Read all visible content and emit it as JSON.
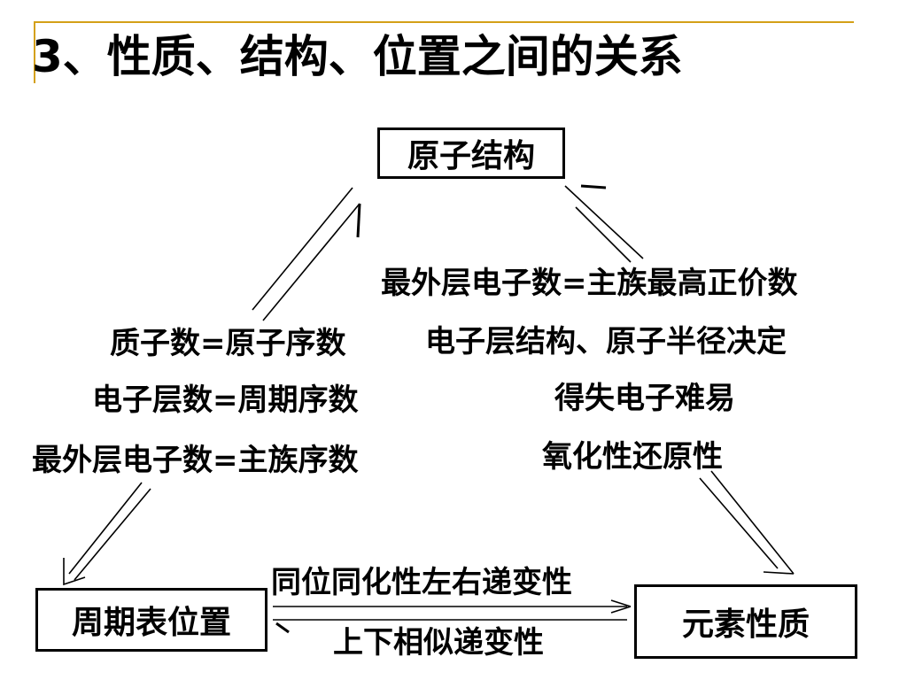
{
  "slide": {
    "title": "3、性质、结构、位置之间的关系",
    "accent_color": "#d4a017"
  },
  "diagram": {
    "nodes": {
      "structure": "原子结构",
      "position": "周期表位置",
      "property": "元素性质"
    },
    "left_edge_labels": [
      "质子数=原子序数",
      "电子层数=周期序数",
      "最外层电子数=主族序数"
    ],
    "right_edge_labels": [
      "最外层电子数=主族最高正价数",
      "电子层结构、原子半径决定",
      "得失电子难易",
      "氧化性还原性"
    ],
    "bottom_edge_labels": {
      "top": "同位同化性左右递变性",
      "bottom": "上下相似递变性"
    }
  }
}
